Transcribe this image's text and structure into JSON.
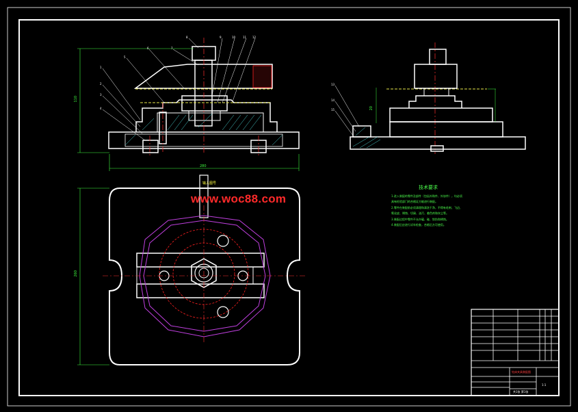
{
  "watermark": "www.woc88.com",
  "tech_requirements": {
    "title": "技术要求",
    "lines": [
      "1.进入装配的零件及部件（包括外购件、外协件），均必须",
      "具有检验部门的合格证方能进行装配。",
      "2.零件在装配前必须清理和清洗干净，不得有毛刺、飞边、",
      "氧化皮、锈蚀、切屑、油污、着色剂和灰尘等。",
      "3.装配过程中零件不允许磕、碰、划伤和锈蚀。",
      "4.装配后应进行试车检查，合格后方可使用。"
    ]
  },
  "dimensions": {
    "front_height": "110",
    "front_width": "280",
    "plan_height": "260",
    "side_small": "20"
  },
  "plan_label": "输入图号",
  "part_tags_front": [
    "1",
    "2",
    "3",
    "4",
    "5",
    "6",
    "7",
    "8",
    "9",
    "10",
    "11",
    "12"
  ],
  "part_tags_side": [
    "13",
    "14",
    "15"
  ],
  "title_block": {
    "drawing_name": "钻床夹具装配图",
    "scale": "1:1",
    "sheet": "共1张 第1张"
  }
}
